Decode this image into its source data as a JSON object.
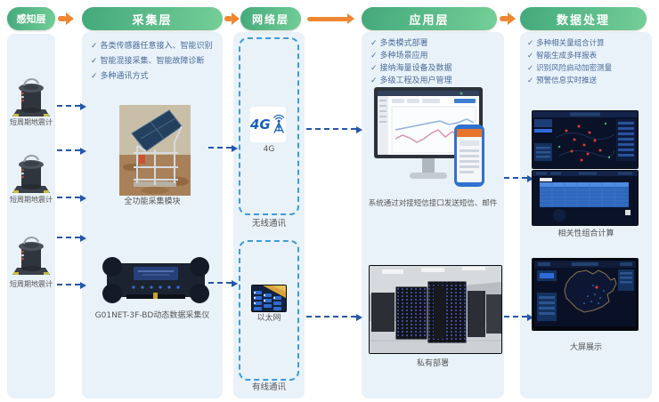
{
  "ui": {
    "check_glyph": "✓",
    "colors": {
      "header_gradient_start": "#43a97b",
      "header_gradient_end": "#74ce97",
      "arrow_orange": "#ef8632",
      "column_bg": "#e9f2f9",
      "dashed_border_blue": "#3e9bd8",
      "dashed_arrow_blue": "#2456a8",
      "bullet_text_blue": "#4a6b9b",
      "caption_gray": "#555555"
    }
  },
  "layers": [
    {
      "title": "感知层",
      "devices": [
        {
          "label": "短周期地震计"
        },
        {
          "label": "短周期地震计"
        },
        {
          "label": "短周期地震计"
        }
      ]
    },
    {
      "title": "采集层",
      "bullets": [
        "各类传感器任意接入、智能识别",
        "智能混接采集、智能故障诊断",
        "多种通讯方式"
      ],
      "figures": [
        {
          "label": "全功能采集模块"
        },
        {
          "label": "G01NET-3F-BD动态数据采集仪"
        }
      ]
    },
    {
      "title": "网络层",
      "wireless": {
        "icon_text": "4G",
        "icon_label": "4G",
        "box_label": "无线通讯"
      },
      "wired": {
        "icon_label": "以太网",
        "box_label": "有线通讯"
      }
    },
    {
      "title": "应用层",
      "bullets": [
        "多类模式部署",
        "多种场景应用",
        "接纳海量设备及数据",
        "多级工程及用户管理"
      ],
      "figures": [
        {
          "label": "系统通过对接短信接口发送短信、邮件"
        },
        {
          "label": "私有部署"
        }
      ]
    },
    {
      "title": "数据处理",
      "bullets": [
        "多种相关量组合计算",
        "智能生成多样报表",
        "识别风险启动加密测量",
        "预警信息实时推送"
      ],
      "figures": [
        {
          "label": "相关性组合计算"
        },
        {
          "label": "大屏展示"
        }
      ]
    }
  ]
}
